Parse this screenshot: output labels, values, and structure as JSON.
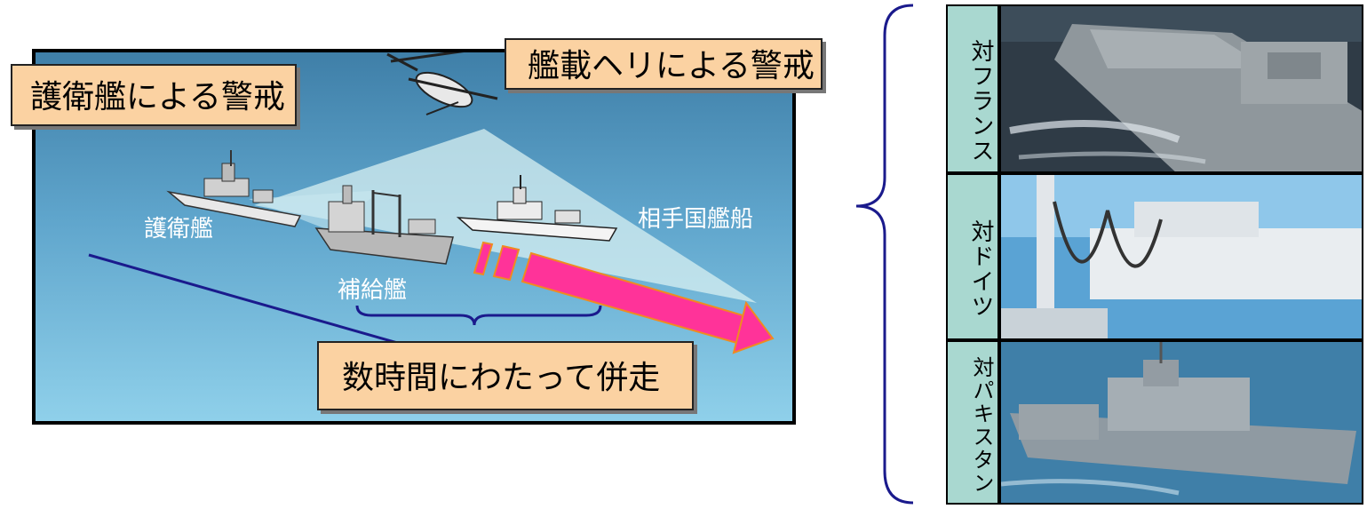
{
  "callouts": {
    "escort_watch": "護衛艦による警戒",
    "heli_watch": "艦載ヘリによる警戒",
    "parallel": "数時間にわたって併走"
  },
  "ship_labels": {
    "escort": "護衛艦",
    "supply": "補給艦",
    "partner": "相手国艦船"
  },
  "photos": [
    {
      "label": "対フランス"
    },
    {
      "label": "対ドイツ"
    },
    {
      "label": "対パキスタン"
    }
  ],
  "colors": {
    "callout_fill": "#fbd2a2",
    "arrow": "#ff3399",
    "label_fill": "#a9d8d0",
    "brace": "#1a1a8c"
  },
  "icons": [
    "helicopter-icon",
    "escort-ship-icon",
    "supply-ship-icon",
    "partner-ship-icon",
    "direction-arrow-icon"
  ]
}
